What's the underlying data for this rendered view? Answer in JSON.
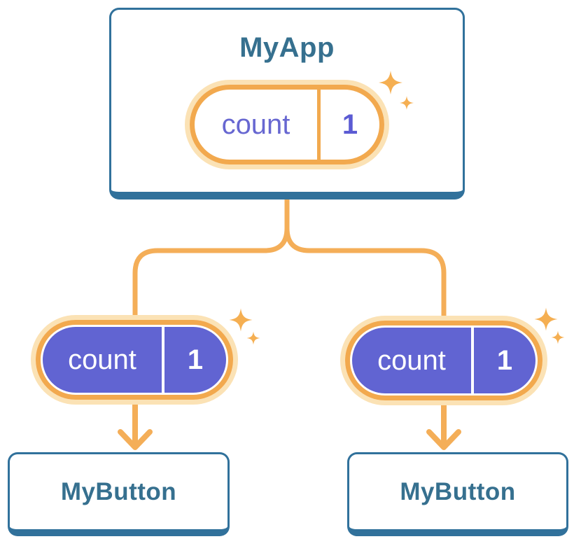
{
  "diagram": {
    "description": "React component tree showing state passed down as props",
    "root": {
      "title": "MyApp",
      "state": {
        "name": "count",
        "value": "1"
      }
    },
    "children": [
      {
        "title": "MyButton",
        "prop": {
          "name": "count",
          "value": "1"
        }
      },
      {
        "title": "MyButton",
        "prop": {
          "name": "count",
          "value": "1"
        }
      }
    ],
    "icons": {
      "sparkle": "four-point-star",
      "arrow": "arrow-down",
      "connector": "tree-branch"
    },
    "colors": {
      "card_border_blue": "#31719B",
      "card_background": "#FFFFFF",
      "title_text_blue": "#36708F",
      "pill_ring_orange": "#F2A94E",
      "pill_glow_cream": "#FBE2B5",
      "pill_fill_purple": "#6164D2",
      "state_text_purple": "#6767D1",
      "prop_text_white": "#FFFFFF",
      "connector_orange": "#F4AE58",
      "sparkle_orange": "#F5AF52"
    }
  }
}
